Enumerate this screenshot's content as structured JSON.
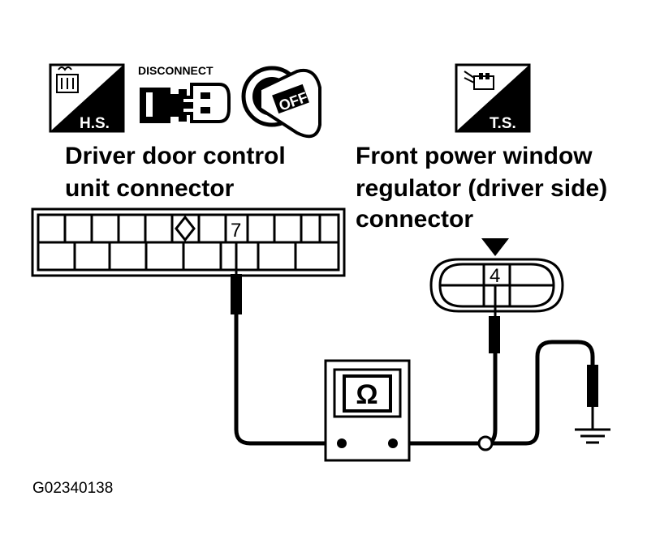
{
  "icons": {
    "hs_badge": "H.S.",
    "disconnect_label": "DISCONNECT",
    "key_label": "OFF",
    "ts_badge": "T.S."
  },
  "left_connector": {
    "title_line1": "Driver door control",
    "title_line2": "unit connector",
    "pin": "7"
  },
  "right_connector": {
    "title_line1": "Front power window",
    "title_line2": "regulator (driver side)",
    "title_line3": "connector",
    "pin": "4"
  },
  "meter": {
    "symbol": "Ω",
    "icon": "ohmmeter-icon"
  },
  "figure_code": "G02340138"
}
